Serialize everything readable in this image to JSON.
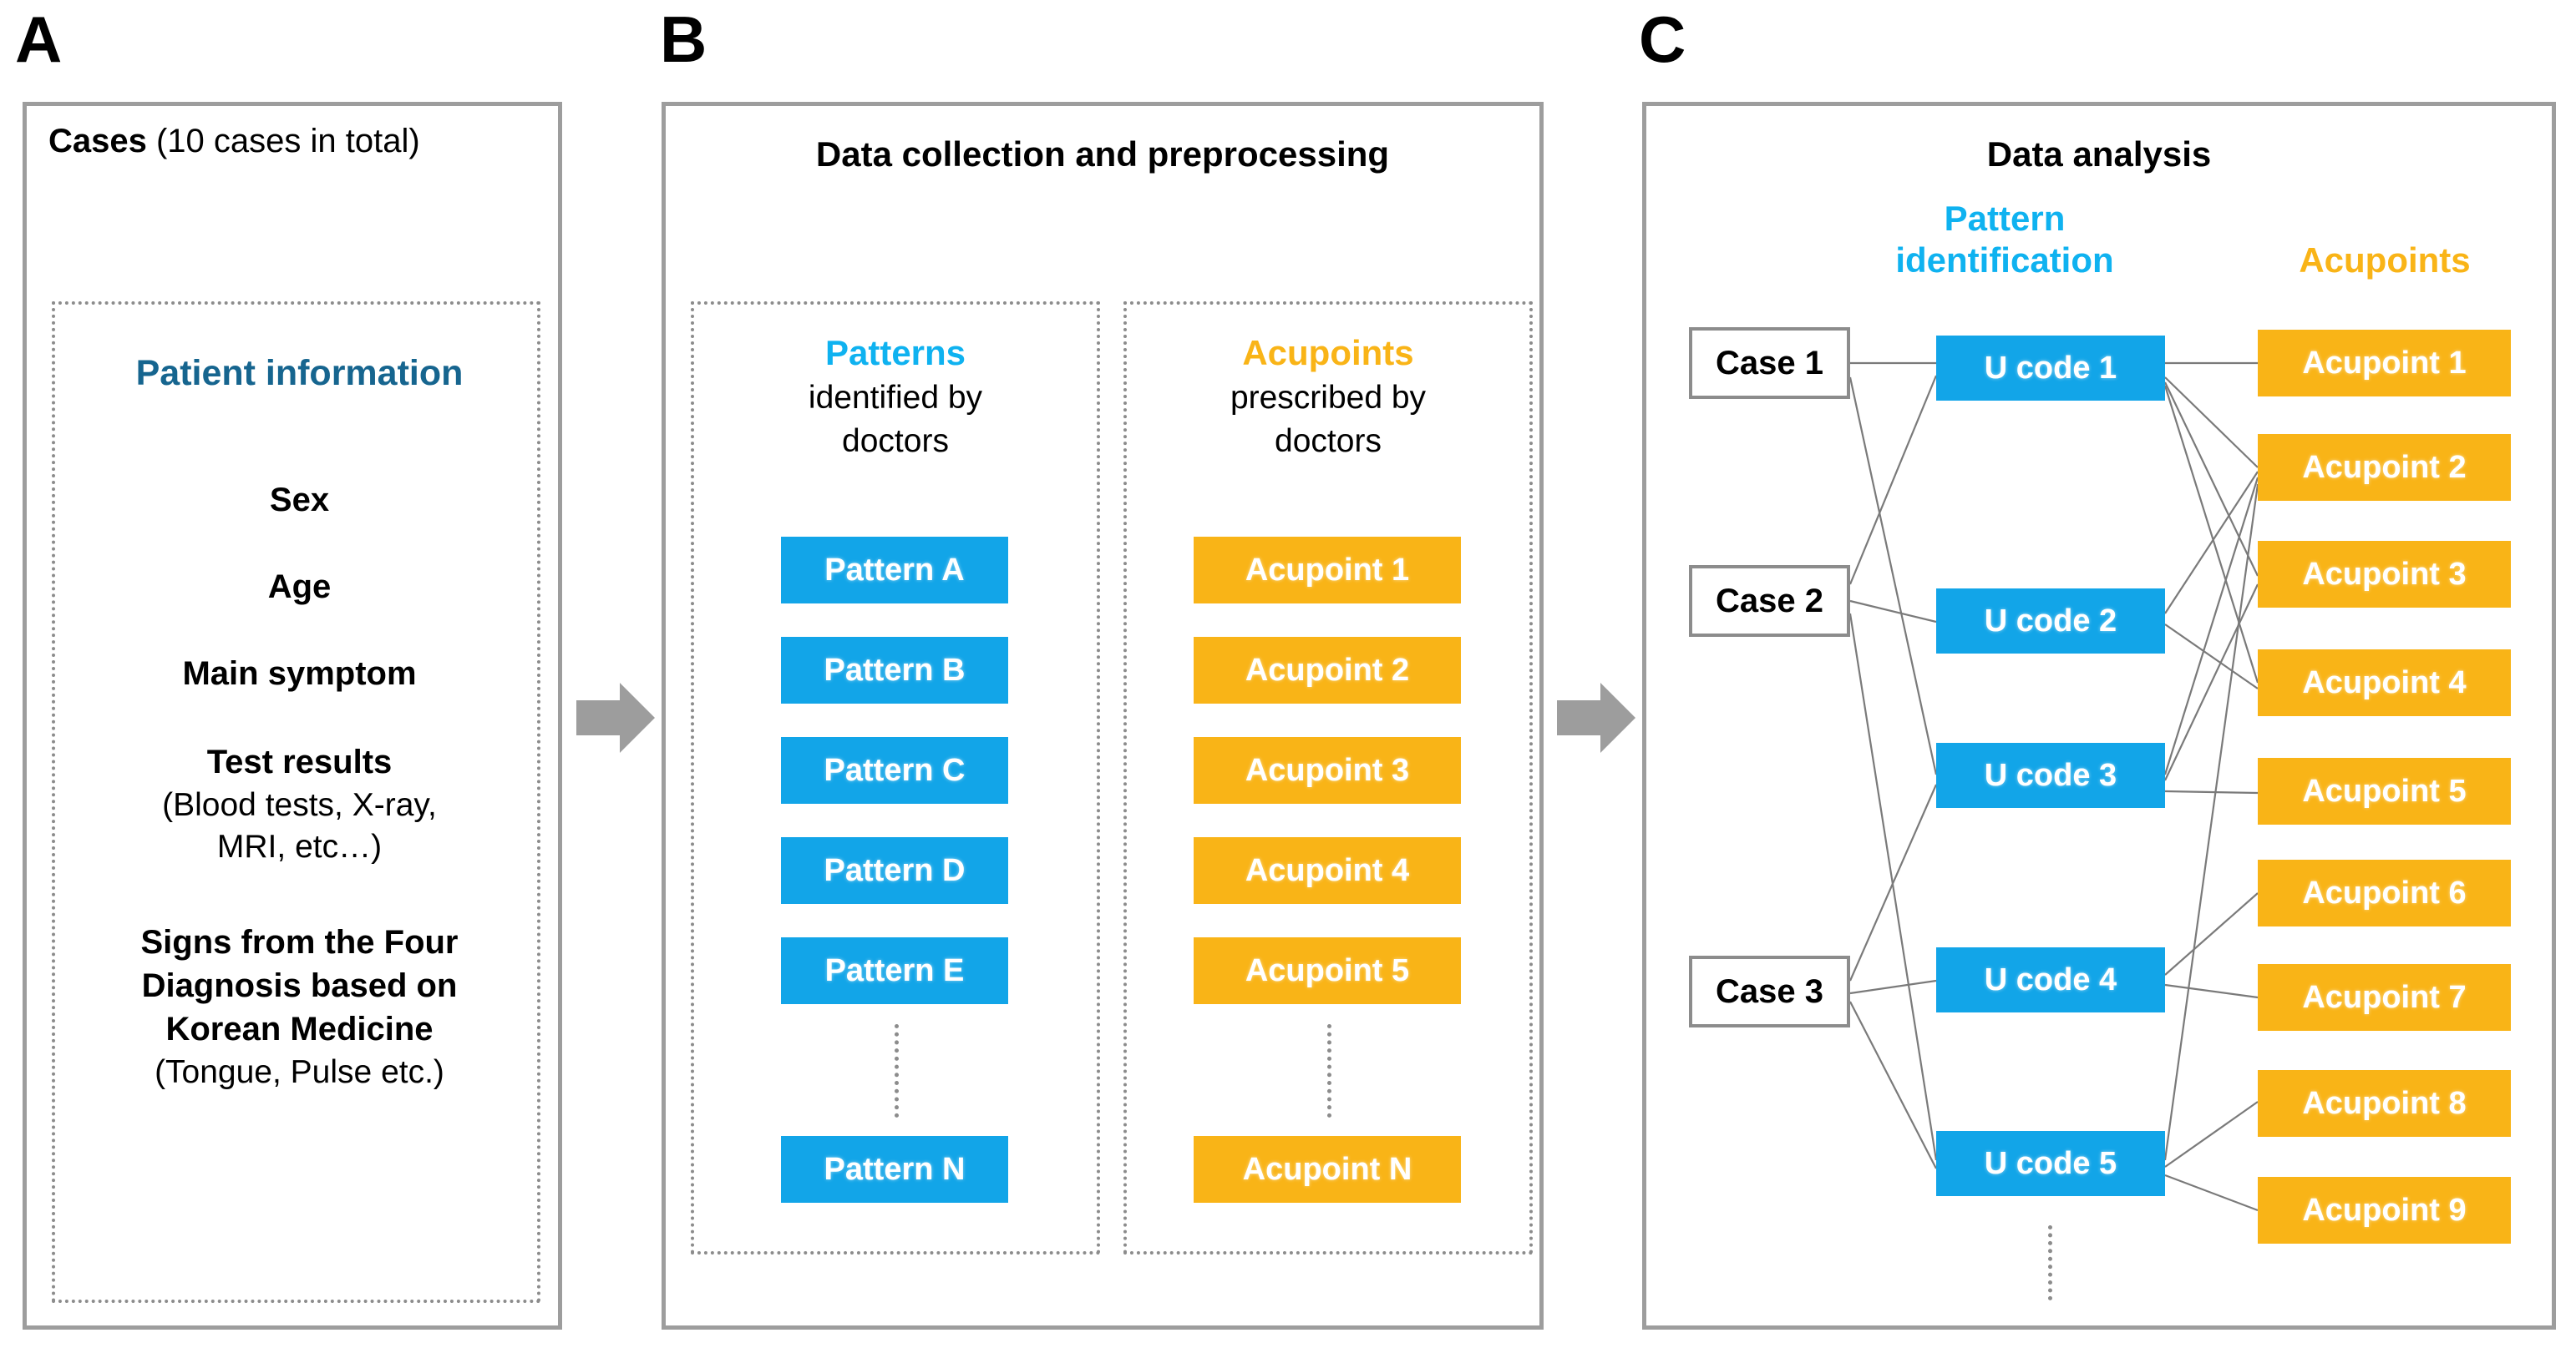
{
  "figure": {
    "panels": [
      {
        "letter": "A",
        "title_bold": "Cases",
        "title_rest": " (10 cases in total)",
        "section_heading": "Patient information",
        "fields": [
          {
            "label": "Sex",
            "style": "bold"
          },
          {
            "label": "Age",
            "style": "bold"
          },
          {
            "label": "Main symptom",
            "style": "bold"
          },
          {
            "label": "Test results",
            "style": "bold"
          },
          {
            "label": "(Blood tests, X-ray,",
            "style": "regular"
          },
          {
            "label": "MRI, etc…)",
            "style": "regular"
          },
          {
            "label": "Signs from the Four",
            "style": "bold"
          },
          {
            "label": "Diagnosis based on",
            "style": "bold"
          },
          {
            "label": "Korean Medicine",
            "style": "bold"
          },
          {
            "label": "(Tongue, Pulse etc.)",
            "style": "regular"
          }
        ]
      },
      {
        "letter": "B",
        "title": "Data collection and preprocessing",
        "columns": [
          {
            "head": "Patterns",
            "head_color": "#0fb2f0",
            "sub_line1": "identified by",
            "sub_line2": "doctors",
            "items": [
              "Pattern A",
              "Pattern B",
              "Pattern C",
              "Pattern D",
              "Pattern E",
              "Pattern N"
            ],
            "ellipsis_after_index": 4
          },
          {
            "head": "Acupoints",
            "head_color": "#f9b417",
            "sub_line1": "prescribed by",
            "sub_line2": "doctors",
            "items": [
              "Acupoint 1",
              "Acupoint 2",
              "Acupoint 3",
              "Acupoint 4",
              "Acupoint 5",
              "Acupoint N"
            ],
            "ellipsis_after_index": 4
          }
        ]
      },
      {
        "letter": "C",
        "title": "Data analysis",
        "column_heads": {
          "pattern_line1": "Pattern",
          "pattern_line2": "identification",
          "acupoints": "Acupoints"
        },
        "cases": [
          "Case 1",
          "Case 2",
          "Case 3"
        ],
        "ucodes": [
          "U code 1",
          "U code 2",
          "U code 3",
          "U code 4",
          "U code 5"
        ],
        "acupoints": [
          "Acupoint 1",
          "Acupoint 2",
          "Acupoint 3",
          "Acupoint 4",
          "Acupoint 5",
          "Acupoint 6",
          "Acupoint 7",
          "Acupoint 8",
          "Acupoint 9"
        ]
      }
    ],
    "colors": {
      "blue_chip": "#12a5e8",
      "orange_chip": "#f9b417",
      "blue_heading": "#0fb2f0",
      "orange_heading": "#f9b417",
      "teal_heading": "#16658f",
      "frame_gray": "#9d9d9d",
      "arrow_gray": "#9d9d9d",
      "edge_gray": "#7a7a7a"
    }
  },
  "chart_data": {
    "type": "diagram",
    "title": "Study workflow: case data collection, preprocessing and network analysis",
    "network": {
      "layers": [
        "Cases",
        "Pattern identification (U codes)",
        "Acupoints"
      ],
      "nodes": {
        "cases": [
          "Case 1",
          "Case 2",
          "Case 3"
        ],
        "ucodes": [
          "U code 1",
          "U code 2",
          "U code 3",
          "U code 4",
          "U code 5"
        ],
        "acupoints": [
          "Acupoint 1",
          "Acupoint 2",
          "Acupoint 3",
          "Acupoint 4",
          "Acupoint 5",
          "Acupoint 6",
          "Acupoint 7",
          "Acupoint 8",
          "Acupoint 9"
        ]
      },
      "edges_case_to_ucode": [
        [
          "Case 1",
          "U code 1"
        ],
        [
          "Case 1",
          "U code 3"
        ],
        [
          "Case 2",
          "U code 1"
        ],
        [
          "Case 2",
          "U code 2"
        ],
        [
          "Case 2",
          "U code 5"
        ],
        [
          "Case 3",
          "U code 3"
        ],
        [
          "Case 3",
          "U code 4"
        ],
        [
          "Case 3",
          "U code 5"
        ]
      ],
      "edges_ucode_to_acupoint": [
        [
          "U code 1",
          "Acupoint 1"
        ],
        [
          "U code 1",
          "Acupoint 2"
        ],
        [
          "U code 1",
          "Acupoint 3"
        ],
        [
          "U code 1",
          "Acupoint 4"
        ],
        [
          "U code 2",
          "Acupoint 2"
        ],
        [
          "U code 2",
          "Acupoint 4"
        ],
        [
          "U code 3",
          "Acupoint 2"
        ],
        [
          "U code 3",
          "Acupoint 3"
        ],
        [
          "U code 3",
          "Acupoint 5"
        ],
        [
          "U code 4",
          "Acupoint 6"
        ],
        [
          "U code 4",
          "Acupoint 7"
        ],
        [
          "U code 5",
          "Acupoint 2"
        ],
        [
          "U code 5",
          "Acupoint 8"
        ],
        [
          "U code 5",
          "Acupoint 9"
        ]
      ]
    }
  }
}
